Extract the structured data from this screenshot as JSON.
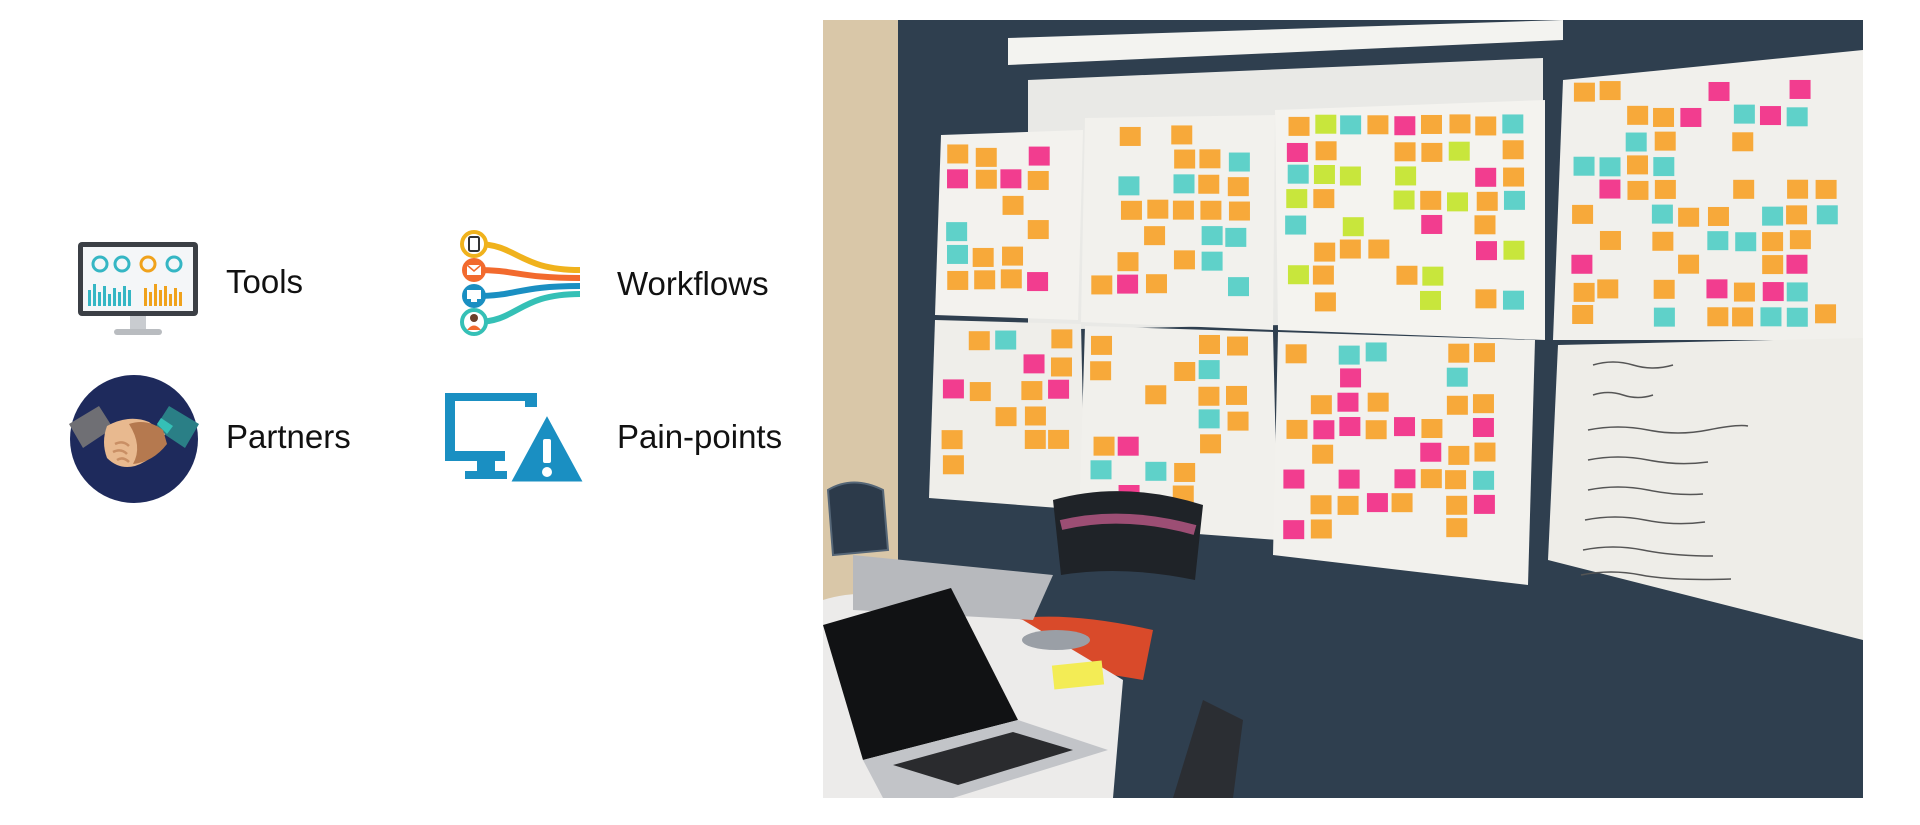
{
  "legend": {
    "tools": {
      "label": "Tools",
      "icon": "monitor-dashboard-icon"
    },
    "workflows": {
      "label": "Workflows",
      "icon": "workflow-paths-icon"
    },
    "partners": {
      "label": "Partners",
      "icon": "handshake-icon"
    },
    "pain_points": {
      "label": "Pain-points",
      "icon": "monitor-warning-icon"
    }
  },
  "photo": {
    "subject": "sticky-notes-affinity-wall",
    "colors": {
      "orange": "#f7a93a",
      "pink": "#f23d8f",
      "teal": "#5fd1c9",
      "lime": "#c8e63c",
      "yellow": "#f3ec55",
      "wall": "#2e3e4e",
      "paper": "#f2f1ee"
    }
  },
  "colors": {
    "text": "#111111",
    "accent_blue": "#1a8fc2",
    "navy": "#1e2a5c"
  }
}
